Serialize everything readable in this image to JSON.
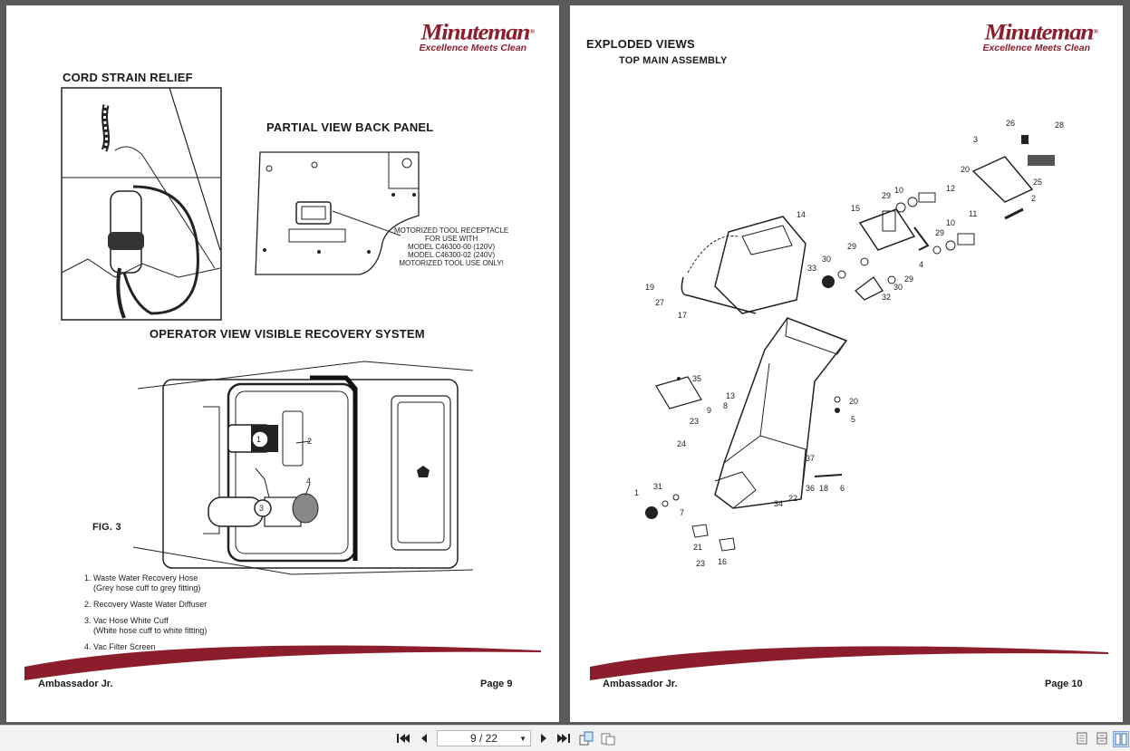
{
  "brand": {
    "name": "Minuteman",
    "reg": "®",
    "tagline": "Excellence Meets Clean"
  },
  "left_page": {
    "title_cord": "CORD STRAIN RELIEF",
    "title_back_panel": "PARTIAL VIEW BACK PANEL",
    "title_operator": "OPERATOR VIEW VISIBLE RECOVERY SYSTEM",
    "fig_label": "FIG. 3",
    "receptacle_note": [
      "MOTORIZED TOOL RECEPTACLE",
      "FOR USE WITH",
      "MODEL C46300-00 (120V)",
      "MODEL C46300-02 (240V)",
      "MOTORIZED TOOL USE ONLY!"
    ],
    "callouts": [
      "1",
      "2",
      "3",
      "4"
    ],
    "legend": [
      {
        "line1": "Waste Water Recovery Hose",
        "line2": "(Grey hose cuff to grey fitting)"
      },
      {
        "line1": "Recovery Waste Water Diffuser",
        "line2": ""
      },
      {
        "line1": "Vac Hose White Cuff",
        "line2": "(White hose cuff to white fitting)"
      },
      {
        "line1": "Vac Filter Screen",
        "line2": ""
      }
    ],
    "footer_left": "Ambassador Jr.",
    "footer_right": "Page 9"
  },
  "right_page": {
    "title": "EXPLODED VIEWS",
    "subtitle": "TOP MAIN ASSEMBLY",
    "part_labels": [
      "26",
      "28",
      "3",
      "20",
      "25",
      "2",
      "10",
      "12",
      "29",
      "15",
      "14",
      "11",
      "10",
      "29",
      "29",
      "30",
      "33",
      "4",
      "29",
      "30",
      "32",
      "19",
      "27",
      "17",
      "35",
      "13",
      "8",
      "9",
      "23",
      "20",
      "5",
      "24",
      "37",
      "31",
      "36",
      "18",
      "6",
      "1",
      "22",
      "34",
      "7",
      "21",
      "23",
      "16"
    ],
    "footer_left": "Ambassador Jr.",
    "footer_right": "Page 10"
  },
  "toolbar": {
    "page_indicator": "9 / 22",
    "first_icon": "first-page-icon",
    "prev_icon": "prev-page-icon",
    "next_icon": "next-page-icon",
    "last_icon": "last-page-icon"
  },
  "colors": {
    "brand": "#8b1d2c",
    "background": "#5a5a5a",
    "toolbar": "#f2f2f2"
  }
}
